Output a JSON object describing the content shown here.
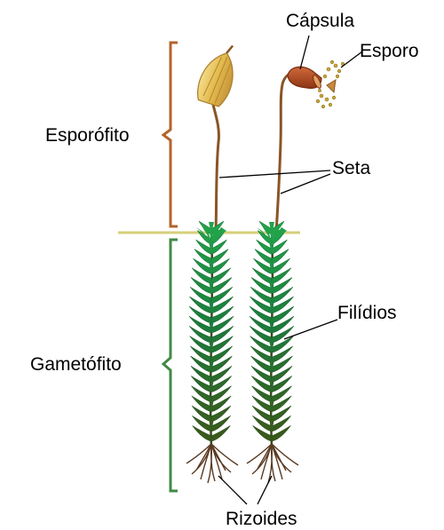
{
  "labels": {
    "capsula": "Cápsula",
    "esporo": "Esporo",
    "esporofito": "Esporófito",
    "seta": "Seta",
    "filidios": "Filídios",
    "gametofito": "Gametófito",
    "rizoides": "Rizoides"
  },
  "colors": {
    "sporophyte_bracket": "#b5632a",
    "gametophyte_bracket": "#3f8a47",
    "ground_line": "#d6cf7a",
    "leaf_light": "#22a24a",
    "leaf_mid": "#1b7d3c",
    "leaf_dark": "#3a5a1c",
    "stalk": "#8a5526",
    "capsule_dry": "#e8c25a",
    "capsule_ripe": "#b84a1e",
    "spore": "#c9a53a",
    "root": "#5a3a22"
  }
}
